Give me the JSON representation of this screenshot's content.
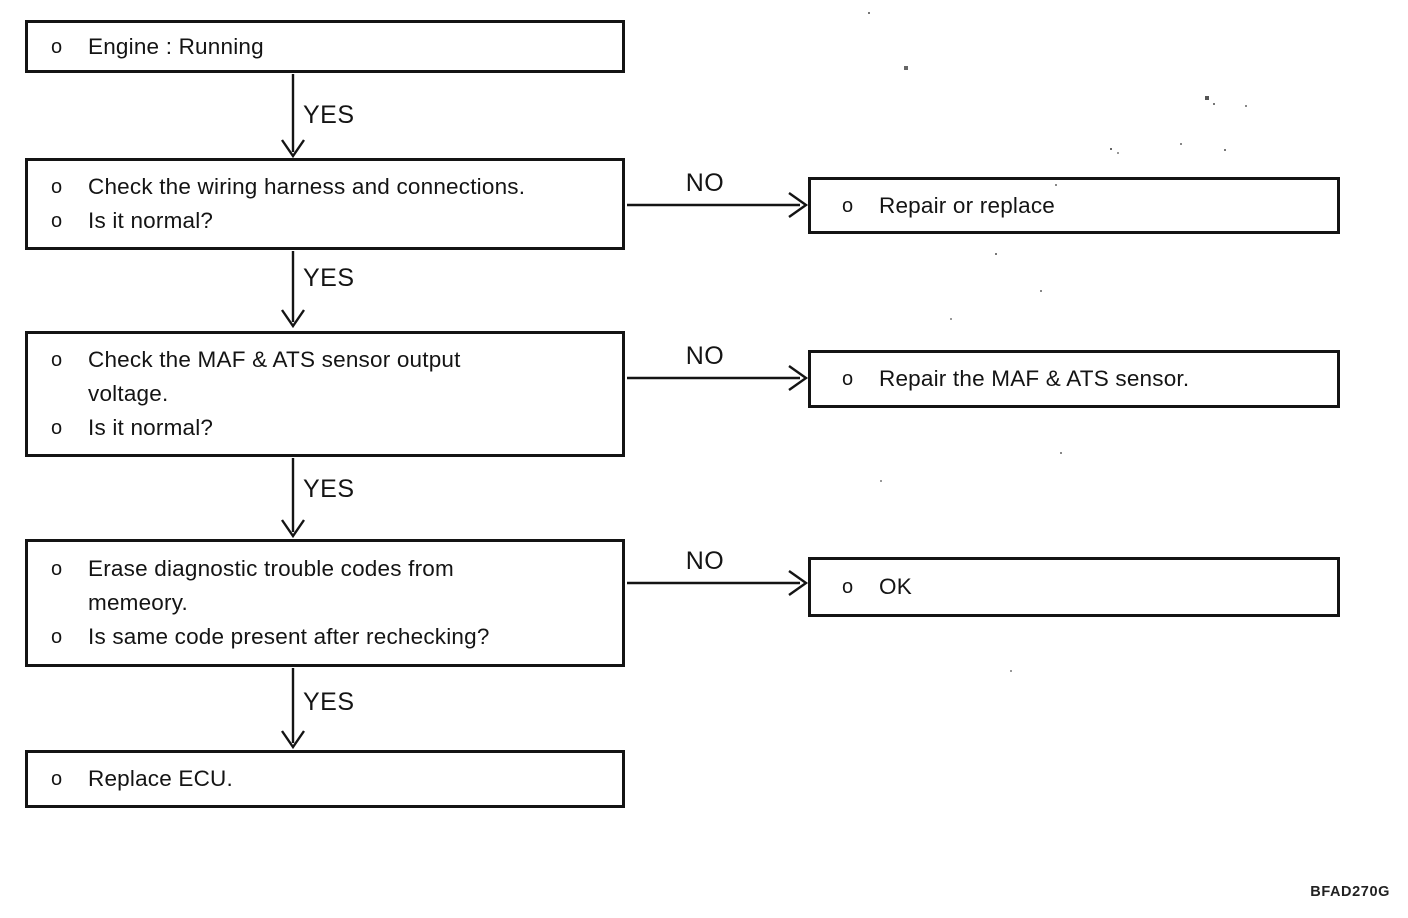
{
  "flow": {
    "bullet": "o",
    "yes_label": "YES",
    "no_label": "NO",
    "figure_code": "BFAD270G",
    "steps": [
      {
        "items": [
          {
            "lines": [
              "Engine : Running"
            ]
          }
        ]
      },
      {
        "items": [
          {
            "lines": [
              "Check the wiring harness and connections."
            ]
          },
          {
            "lines": [
              "Is it normal?"
            ]
          }
        ]
      },
      {
        "items": [
          {
            "lines": [
              "Check the MAF & ATS sensor output",
              "voltage."
            ]
          },
          {
            "lines": [
              "Is it normal?"
            ]
          }
        ]
      },
      {
        "items": [
          {
            "lines": [
              "Erase diagnostic trouble codes from",
              "memeory."
            ]
          },
          {
            "lines": [
              "Is same code present after rechecking?"
            ]
          }
        ]
      },
      {
        "items": [
          {
            "lines": [
              "Replace ECU."
            ]
          }
        ]
      }
    ],
    "results": [
      {
        "items": [
          {
            "lines": [
              "Repair or replace"
            ]
          }
        ]
      },
      {
        "items": [
          {
            "lines": [
              "Repair the MAF & ATS sensor."
            ]
          }
        ]
      },
      {
        "items": [
          {
            "lines": [
              "OK"
            ]
          }
        ]
      }
    ]
  }
}
